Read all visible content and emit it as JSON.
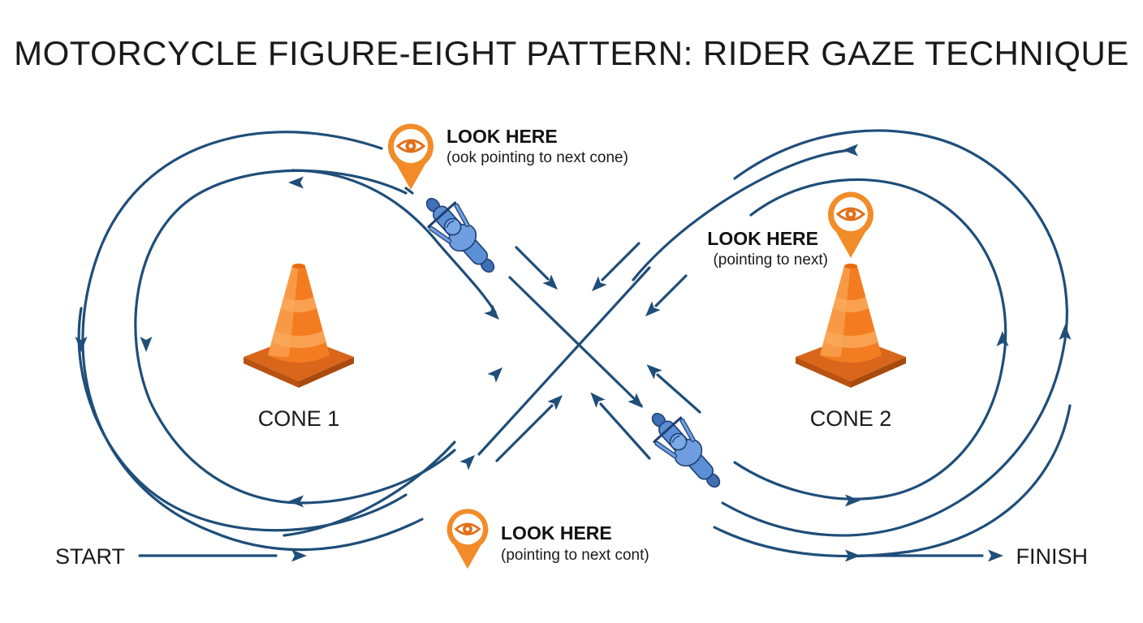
{
  "title": "MOTORCYCLE FIGURE-EIGHT PATTERN: RIDER GAZE TECHNIQUE",
  "cones": [
    {
      "label": "CONE 1"
    },
    {
      "label": "CONE 2"
    }
  ],
  "start_label": "START",
  "finish_label": "FINISH",
  "gaze_markers": [
    {
      "title": "LOOK HERE",
      "subtitle": "(ook pointing to next cone)"
    },
    {
      "title": "LOOK HERE",
      "subtitle": "(pointing to next)"
    },
    {
      "title": "LOOK HERE",
      "subtitle": "(pointing to next cont)"
    }
  ],
  "colors": {
    "track": "#1f4e79",
    "cone_orange": "#f47c20",
    "marker_orange": "#f28c28",
    "motorcycle_blue": "#5b8fd6"
  },
  "icons": {
    "gaze_marker": "eye-icon",
    "obstacle": "traffic-cone-icon",
    "rider": "motorcycle-icon"
  }
}
